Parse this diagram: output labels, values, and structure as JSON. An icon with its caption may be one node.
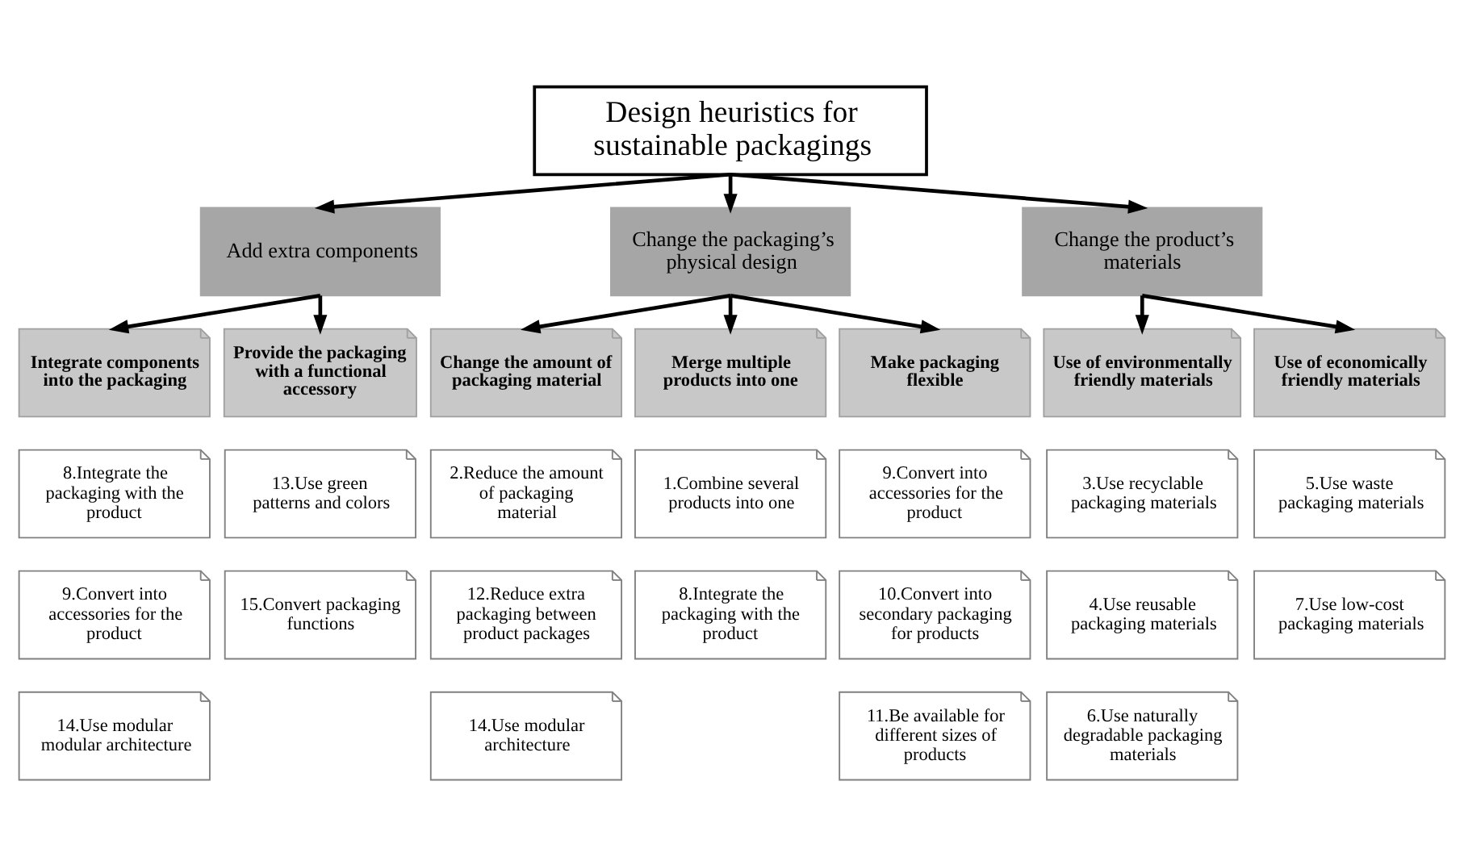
{
  "diagram": {
    "nodes": [
      {
        "text": [
          "Design heuristics for sustainable packagings"
        ]
      },
      {
        "text": [
          "Add extra components"
        ]
      },
      {
        "text": [
          "Change the packaging’s physical design"
        ]
      },
      {
        "text": [
          "Change the product’s materials"
        ]
      },
      {
        "text": [
          "Integrate components into the packaging"
        ]
      },
      {
        "text": [
          "Provide the packaging with a functional accessory"
        ]
      },
      {
        "text": [
          "Change the amount of packaging material"
        ]
      },
      {
        "text": [
          "Merge multiple products into one"
        ]
      },
      {
        "text": [
          "Make packaging flexible"
        ]
      },
      {
        "text": [
          "Use of environmentally friendly materials"
        ]
      },
      {
        "text": [
          "Use of economically friendly materials"
        ]
      },
      {
        "text": [
          "8.Integrate the packaging with the product"
        ]
      },
      {
        "text": [
          "9.Convert into accessories for the product"
        ]
      },
      {
        "text": [
          "14.Use modular modular architecture"
        ]
      },
      {
        "text": [
          "13.Use green patterns and colors"
        ]
      },
      {
        "text": [
          "15.Convert packaging functions"
        ]
      },
      {
        "text": [
          "2.Reduce the amount of packaging material"
        ]
      },
      {
        "text": [
          "12.Reduce extra packaging between product packages"
        ]
      },
      {
        "text": [
          "14.Use modular architecture"
        ]
      },
      {
        "text": [
          "1.Combine several products into one"
        ]
      },
      {
        "text": [
          "8.Integrate the packaging with the product"
        ]
      },
      {
        "text": [
          "9.Convert into accessories for the product"
        ]
      },
      {
        "text": [
          "10.Convert into secondary packaging for products"
        ]
      },
      {
        "text": [
          "11.Be available for different sizes of products"
        ]
      },
      {
        "text": [
          "3.Use recyclable packaging materials"
        ]
      },
      {
        "text": [
          "4.Use reusable packaging materials"
        ]
      },
      {
        "text": [
          "6.Use naturally degradable packaging materials"
        ]
      },
      {
        "text": [
          "5.Use waste packaging materials"
        ]
      },
      {
        "text": [
          "7.Use low-cost packaging materials"
        ]
      }
    ],
    "edges": [
      {
        "from": 0,
        "to": 1,
        "arrow": "to"
      },
      {
        "from": 0,
        "to": 2,
        "arrow": "to"
      },
      {
        "from": 0,
        "to": 3,
        "arrow": "to"
      },
      {
        "from": 1,
        "to": 4,
        "arrow": "to"
      },
      {
        "from": 1,
        "to": 5,
        "arrow": "to"
      },
      {
        "from": 2,
        "to": 6,
        "arrow": "to"
      },
      {
        "from": 2,
        "to": 7,
        "arrow": "to"
      },
      {
        "from": 2,
        "to": 8,
        "arrow": "to"
      },
      {
        "from": 3,
        "to": 9,
        "arrow": "to"
      },
      {
        "from": 3,
        "to": 10,
        "arrow": "to"
      }
    ]
  }
}
